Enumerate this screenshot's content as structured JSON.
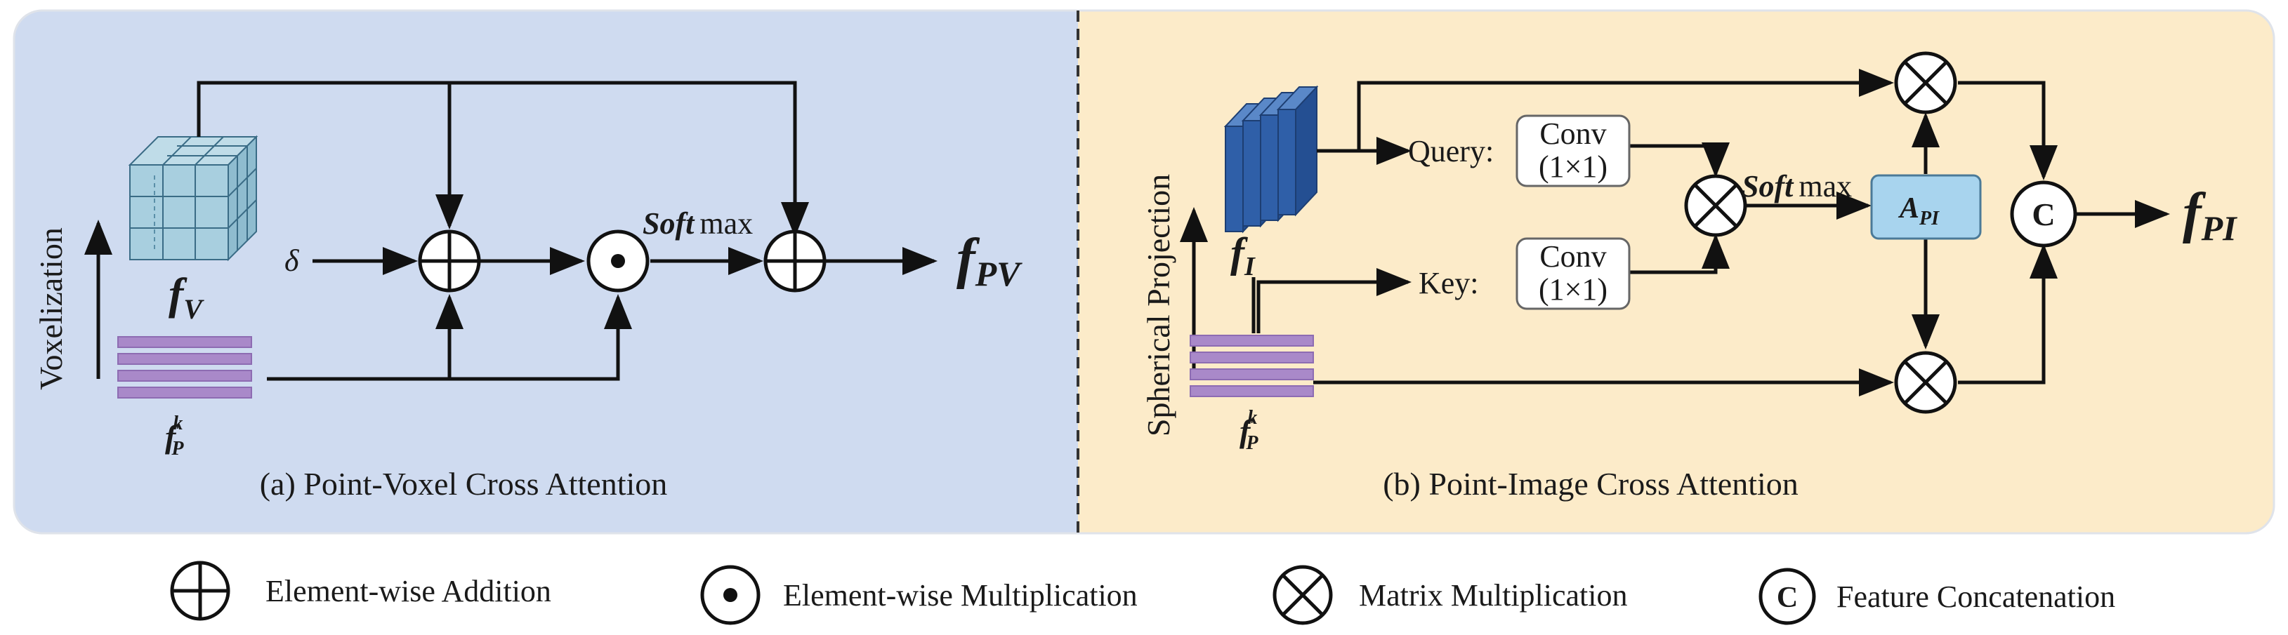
{
  "colors": {
    "panel_a_bg": "#cfdbf0",
    "panel_b_bg": "#fcebc9",
    "voxel_cube": "#9fc8dc",
    "point_feature_bars": "#a989c9",
    "image_feature_stack": "#2f5fa8",
    "apl_box": "#a8d4ee",
    "line": "#111111"
  },
  "panel_a": {
    "side_label": "Voxelization",
    "voxel_feature": {
      "base": "f",
      "sub": "V"
    },
    "point_feature": {
      "base": "f",
      "sup": "k",
      "sub": "P"
    },
    "delta": "δ",
    "softmax": {
      "italic": "Soft",
      "upright": "max"
    },
    "output": {
      "base": "f",
      "sub": "PV"
    },
    "caption": "(a) Point-Voxel Cross Attention"
  },
  "panel_b": {
    "side_label": "Spherical  Projection",
    "image_feature": {
      "base": "f",
      "sub": "I"
    },
    "point_feature": {
      "base": "f",
      "sup": "k",
      "sub": "P"
    },
    "query_label": "Query:",
    "key_label": "Key:",
    "conv_query": {
      "line1": "Conv",
      "line2": "(1×1)"
    },
    "conv_key": {
      "line1": "Conv",
      "line2": "(1×1)"
    },
    "softmax": {
      "italic": "Soft",
      "upright": "max"
    },
    "attention": {
      "base": "A",
      "sub": "PI"
    },
    "concat_symbol": "C",
    "output": {
      "base": "f",
      "sub": "PI"
    },
    "caption": "(b) Point-Image Cross Attention"
  },
  "legend": {
    "items": [
      {
        "icon": "plus-circle",
        "label": "Element-wise Addition"
      },
      {
        "icon": "dot-circle",
        "label": "Element-wise Multiplication"
      },
      {
        "icon": "cross-circle",
        "label": "Matrix Multiplication"
      },
      {
        "icon": "c-circle",
        "symbol": "C",
        "label": "Feature Concatenation"
      }
    ]
  }
}
